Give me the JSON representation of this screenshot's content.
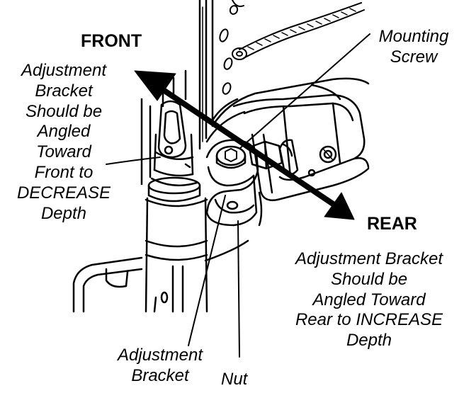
{
  "labels": {
    "front": "FRONT",
    "rear": "REAR",
    "front_note": [
      "Adjustment",
      "Bracket",
      "Should be",
      "Angled",
      "Toward",
      "Front to",
      "DECREASE",
      "Depth"
    ],
    "rear_note": [
      "Adjustment Bracket",
      "Should be",
      "Angled Toward",
      "Rear to INCREASE",
      "Depth"
    ],
    "mounting_screw": [
      "Mounting",
      "Screw"
    ],
    "adjustment_bracket": [
      "Adjustment",
      "Bracket"
    ],
    "nut": "Nut"
  },
  "colors": {
    "ink": "#000000",
    "paper": "#ffffff"
  }
}
